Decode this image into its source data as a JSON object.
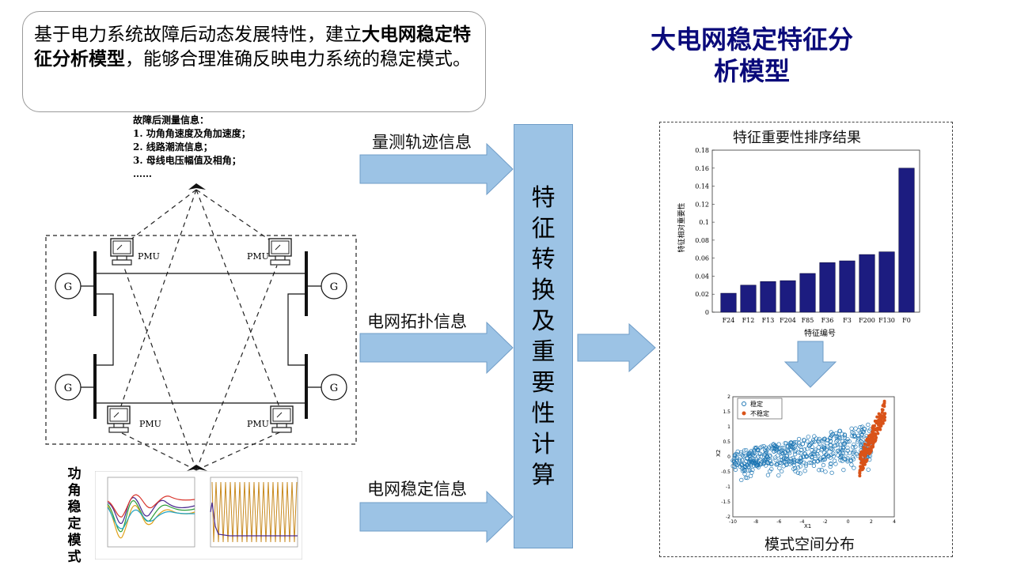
{
  "intro": {
    "part1": "基于电力系统故障后动态发展特性，建立",
    "bold": "大电网稳定特征分析模型",
    "part2": "，能够合理准确反映电力系统的稳定模式。"
  },
  "title": {
    "line1": "大电网稳定特征分",
    "line2": "析模型"
  },
  "measurement": {
    "header": "故障后测量信息：",
    "items": [
      "1. 功角角速度及角加速度；",
      "2. 线路潮流信息；",
      "3. 母线电压幅值及相角；",
      "……"
    ]
  },
  "grid": {
    "pmu_label": "PMU",
    "gen_label": "G"
  },
  "arrows": {
    "trajectory": "量测轨迹信息",
    "topology": "电网拓扑信息",
    "stability": "电网稳定信息"
  },
  "center": {
    "chars": [
      "特",
      "征",
      "转",
      "换",
      "及",
      "重",
      "要",
      "性",
      "计",
      "算"
    ]
  },
  "angle_mode_label": "功角稳定模式",
  "chart_data": {
    "type": "bar",
    "title": "特征重要性排序结果",
    "xlabel": "特征编号",
    "ylabel": "特征相对重要性",
    "categories": [
      "F24",
      "F12",
      "F13",
      "F204",
      "F85",
      "F36",
      "F3",
      "F200",
      "F130",
      "F0"
    ],
    "values": [
      0.021,
      0.03,
      0.034,
      0.035,
      0.043,
      0.055,
      0.057,
      0.064,
      0.067,
      0.16
    ],
    "ylim": [
      0,
      0.18
    ],
    "yticks": [
      "0",
      "0.02",
      "0.04",
      "0.06",
      "0.08",
      "0.1",
      "0.12",
      "0.14",
      "0.16",
      "0.18"
    ],
    "bar_color": "#1c1c80",
    "grid": false
  },
  "scatter": {
    "caption": "模式空间分布",
    "legend": [
      "稳定",
      "不稳定"
    ],
    "colors": {
      "stable": "#1f77b4",
      "unstable": "#d95319"
    },
    "xlabel": "X1",
    "ylabel": "X2",
    "xticks": [
      "-10",
      "-8",
      "-6",
      "-4",
      "-2",
      "0",
      "2",
      "4"
    ],
    "yticks": [
      "2",
      "1.5",
      "1",
      "0.5",
      "0",
      "-0.5",
      "-1",
      "-1.5",
      "-2"
    ],
    "xlim": [
      -10,
      4
    ],
    "ylim": [
      -2,
      2
    ]
  },
  "colors": {
    "arrow_fill": "#9cc3e5",
    "arrow_stroke": "#6f9cc7",
    "title": "#0a0a7a"
  }
}
